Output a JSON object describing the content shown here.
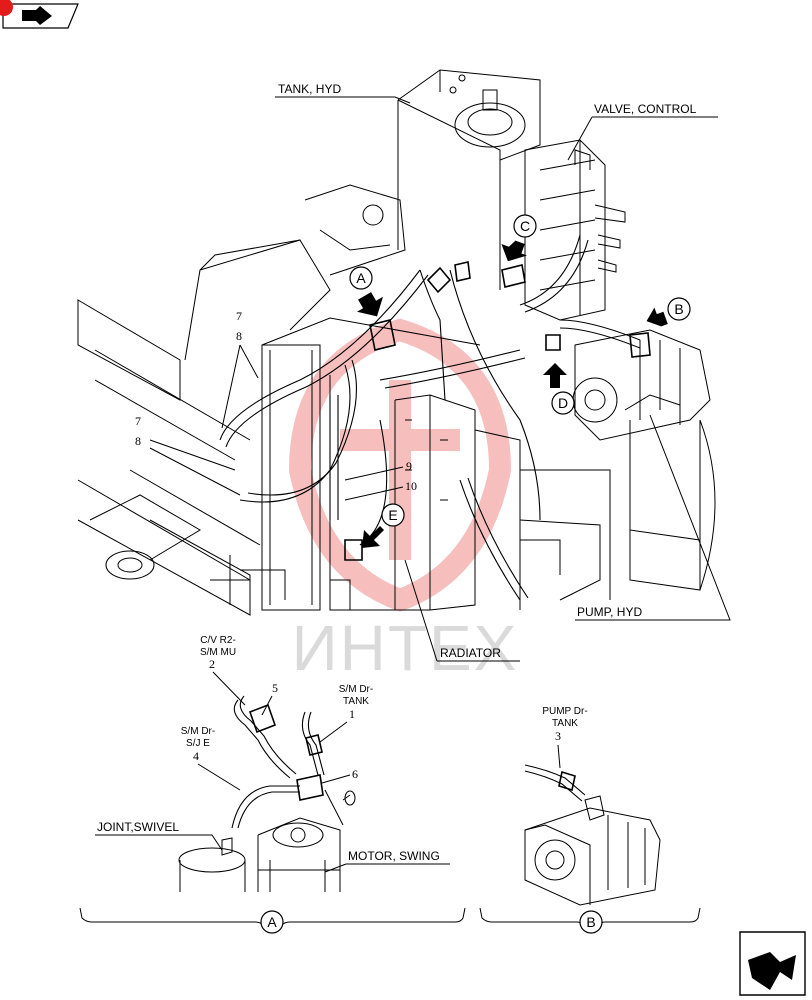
{
  "labels": {
    "tank_hyd": "TANK, HYD",
    "valve_control": "VALVE, CONTROL",
    "pump_hyd": "PUMP, HYD",
    "radiator": "RADIATOR",
    "joint_swivel": "JOINT,SWIVEL",
    "motor_swing": "MOTOR, SWING",
    "cv_r2_line1": "C/V R2-",
    "cv_r2_line2": "S/M MU",
    "sm_dr_tank_line1": "S/M Dr-",
    "sm_dr_tank_line2": "TANK",
    "sm_dr_sje_line1": "S/M Dr-",
    "sm_dr_sje_line2": "S/J E",
    "pump_dr_tank_line1": "PUMP Dr-",
    "pump_dr_tank_line2": "TANK"
  },
  "callouts": {
    "A": "A",
    "B": "B",
    "C": "C",
    "D": "D",
    "E": "E",
    "section_a": "A",
    "section_b": "B"
  },
  "item_numbers": {
    "n7_top": "7",
    "n8_top": "8",
    "n7_left": "7",
    "n8_left": "8",
    "n9": "9",
    "n10": "10",
    "n1": "1",
    "n2": "2",
    "n3": "3",
    "n4": "4",
    "n5": "5",
    "n6": "6"
  },
  "watermark": {
    "text": "ИНТЕХ",
    "color": "#e31b1b"
  },
  "nav_icons": {
    "top_left": "page-forward-icon",
    "bottom_right": "page-turn-icon"
  }
}
